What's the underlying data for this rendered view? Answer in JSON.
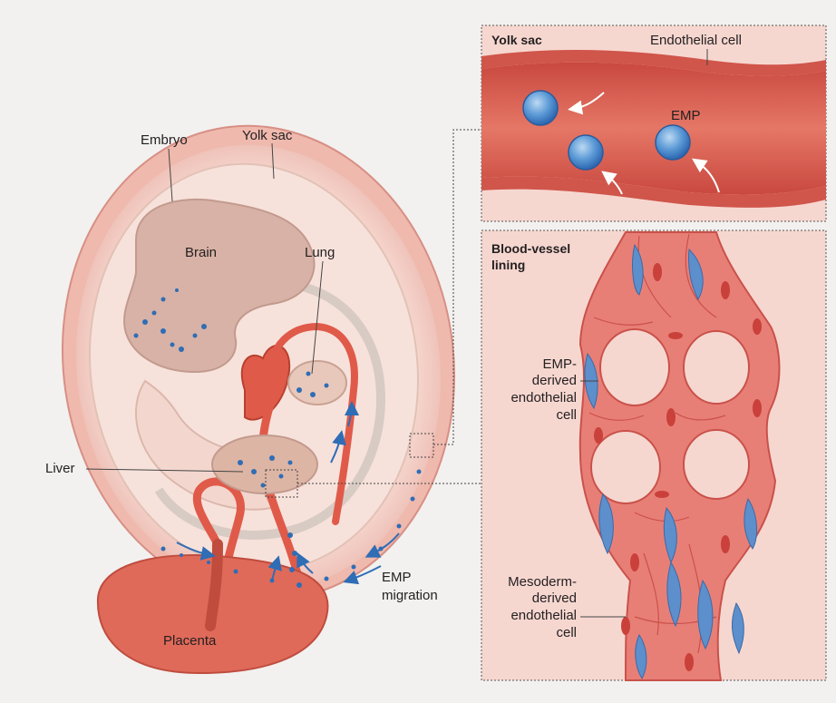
{
  "embryo_labels": {
    "embryo": "Embryo",
    "yolk_sac": "Yolk sac",
    "brain": "Brain",
    "lung": "Lung",
    "liver": "Liver",
    "placenta": "Placenta",
    "emp_migration_1": "EMP",
    "emp_migration_2": "migration"
  },
  "yolk_sac_panel": {
    "title": "Yolk sac",
    "endothelial_cell": "Endothelial cell",
    "emp": "EMP"
  },
  "vessel_panel": {
    "title_1": "Blood-vessel",
    "title_2": "lining",
    "emp_derived": [
      "EMP-",
      "derived",
      "endothelial",
      "cell"
    ],
    "mesoderm_derived": [
      "Mesoderm-",
      "derived",
      "endothelial",
      "cell"
    ]
  },
  "colors": {
    "background": "#f2f1ef",
    "yolk_sac_fill": "#f6d9d3",
    "vessel_red": "#e66a5e",
    "emp_blue": "#3a78c4",
    "emp_cell_blue": "#5c9ad6",
    "panel_border": "#555555"
  }
}
